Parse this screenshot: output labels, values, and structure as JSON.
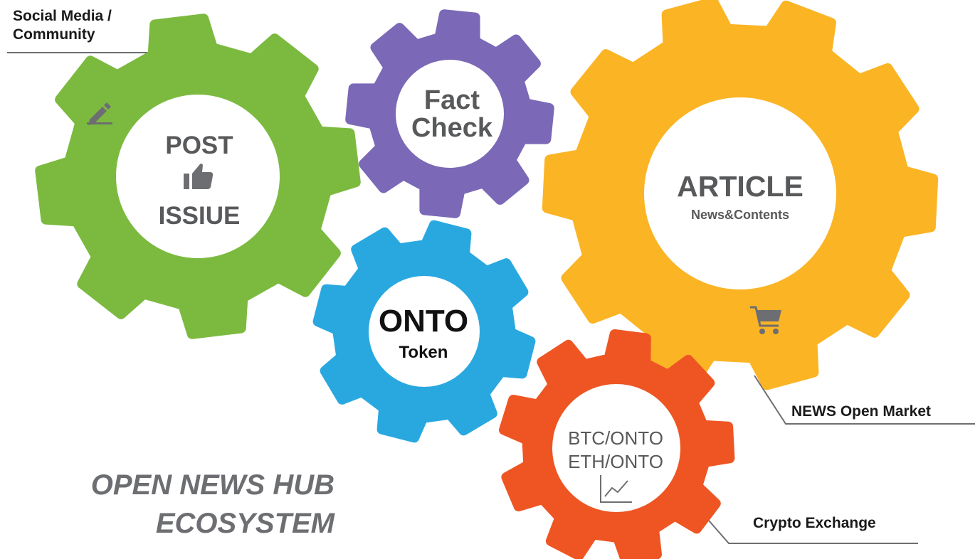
{
  "labels": {
    "social_line1": "Social Media /",
    "social_line2": "Community",
    "market": "NEWS Open Market",
    "exchange": "Crypto Exchange"
  },
  "gears": {
    "green": {
      "line1": "POST",
      "line2": "ISSIUE",
      "color": "#7cba3f",
      "icons": [
        "pencil-icon",
        "thumbs-up-icon"
      ]
    },
    "purple": {
      "line1": "Fact",
      "line2": "Check",
      "color": "#7b68b6"
    },
    "yellow": {
      "title": "ARTICLE",
      "subtitle": "News&Contents",
      "color": "#fbb424",
      "icons": [
        "shopping-cart-icon"
      ]
    },
    "blue": {
      "title": "ONTO",
      "subtitle": "Token",
      "color": "#29a8e0"
    },
    "orange": {
      "line1": "BTC/ONTO",
      "line2": "ETH/ONTO",
      "color": "#ee5523",
      "icons": [
        "line-chart-icon"
      ]
    }
  },
  "title": {
    "line1": "OPEN NEWS HUB",
    "line2": "ECOSYSTEM"
  }
}
